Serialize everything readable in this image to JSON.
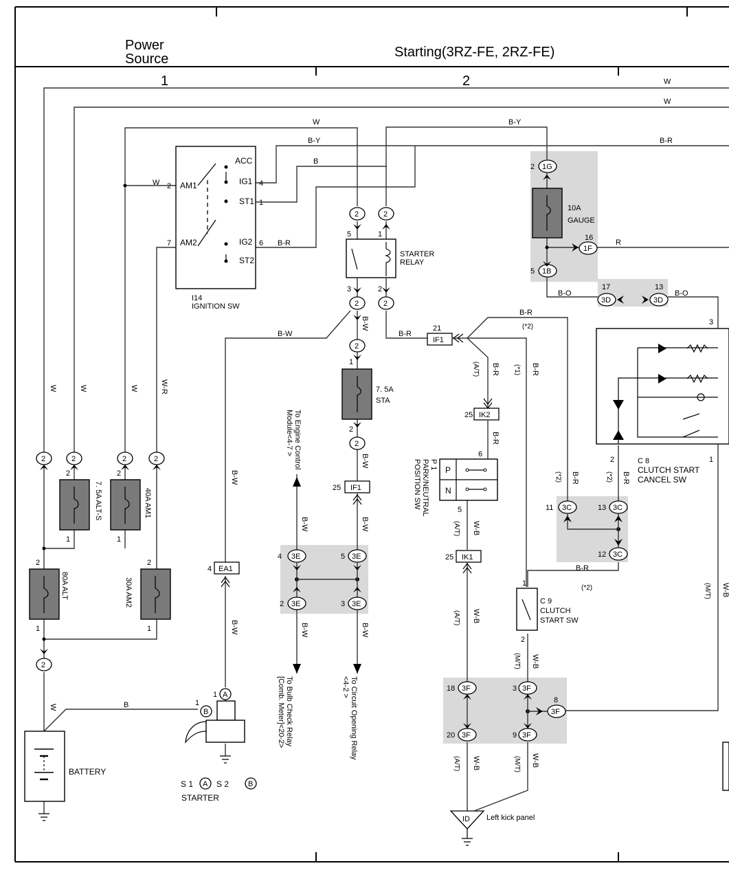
{
  "header": {
    "section1": "Power\nSource",
    "section1_line1": "Power",
    "section1_line2": "Source",
    "section2": "Starting(3RZ-FE, 2RZ-FE)",
    "col1": "1",
    "col2": "2"
  },
  "components": {
    "ignition_sw": {
      "code": "I14",
      "name": "IGNITION SW"
    },
    "starter_relay": {
      "line1": "STARTER",
      "line2": "RELAY"
    },
    "fuse_gauge": {
      "line1": "10A",
      "line2": "GAUGE"
    },
    "fuse_sta": {
      "line1": "7. 5A",
      "line2": "STA"
    },
    "fuse_alt_s": "7. 5A ALT-S",
    "fuse_am1": "40A AM1",
    "fuse_alt": "80A ALT",
    "fuse_am2": "30A AM2",
    "park_neutral": {
      "code": "P 1",
      "line1": "PARK/NEUTRAL",
      "line2": "POSITION SW"
    },
    "clutch_start_sw": {
      "code": "C 9",
      "line1": "CLUTCH",
      "line2": "START SW"
    },
    "clutch_cancel_sw": {
      "code": "C 8",
      "line1": "CLUTCH START",
      "line2": "CANCEL SW"
    },
    "battery": "BATTERY",
    "starter": {
      "code1": "S 1",
      "code2": "S 2",
      "name": "STARTER",
      "a": "A",
      "b": "B"
    },
    "ground": {
      "code": "ID",
      "name": "Left kick panel"
    }
  },
  "switch_terms": {
    "acc": "ACC",
    "ig1": "IG1",
    "st1": "ST1",
    "ig2": "IG2",
    "st2": "ST2",
    "am1": "AM1",
    "am2": "AM2"
  },
  "wires": {
    "w": "W",
    "by": "B-Y",
    "b": "B",
    "br": "B-R",
    "bw": "B-W",
    "wr": "W-R",
    "bo": "B-O",
    "wb": "W-B",
    "r": "R"
  },
  "notes": {
    "at": "(A/T)",
    "mt": "(M/T)",
    "n1": "(*1)",
    "n2": "(*2)"
  },
  "connectors": {
    "c1G": "1G",
    "c1F": "1F",
    "c1B": "1B",
    "c3D": "3D",
    "IF1": "IF1",
    "IK2": "IK2",
    "IK1": "IK1",
    "EA1": "EA1",
    "c3E": "3E",
    "c3C": "3C",
    "c3F": "3F",
    "two": "2"
  },
  "pin_numbers": [
    "1",
    "2",
    "3",
    "4",
    "5",
    "6",
    "8",
    "9",
    "11",
    "12",
    "13",
    "16",
    "17",
    "18",
    "20",
    "21",
    "25"
  ],
  "pn_positions": {
    "p": "P",
    "n": "N"
  },
  "destinations": {
    "ecm": {
      "line1": "To Engine Control",
      "line2": "Module<4-7 >"
    },
    "bulb": {
      "line1": "To Bulb Check Relay",
      "line2": "[Comb. Meter]<20-2>"
    },
    "cor": {
      "line1": "To Circuit Opening Relay",
      "line2": "<4-2 >"
    }
  }
}
